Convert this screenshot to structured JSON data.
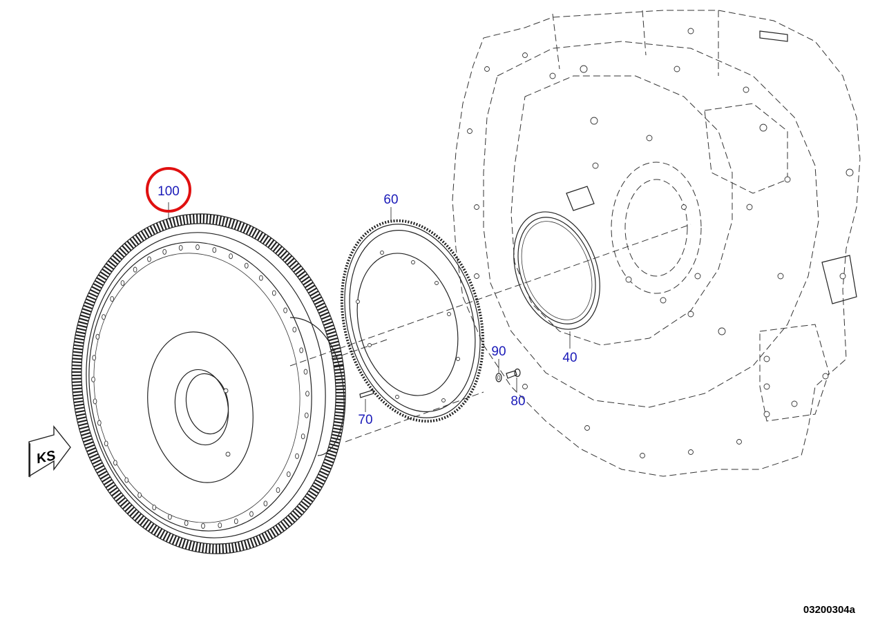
{
  "callouts": [
    {
      "id": "c100",
      "text": "100"
    },
    {
      "id": "c60",
      "text": "60"
    },
    {
      "id": "c40",
      "text": "40"
    },
    {
      "id": "c90",
      "text": "90"
    },
    {
      "id": "c80",
      "text": "80"
    },
    {
      "id": "c70",
      "text": "70"
    }
  ],
  "highlighted_callout": "100",
  "highlight_color": "#e01010",
  "callout_color": "#1a1ab8",
  "direction_arrow": {
    "text": "KS"
  },
  "document_id": "03200304a",
  "icons": [
    "flywheel-ring-gear",
    "ring-gear",
    "seal-ring",
    "housing",
    "bolt",
    "washer",
    "dowel-pin",
    "direction-arrow"
  ]
}
